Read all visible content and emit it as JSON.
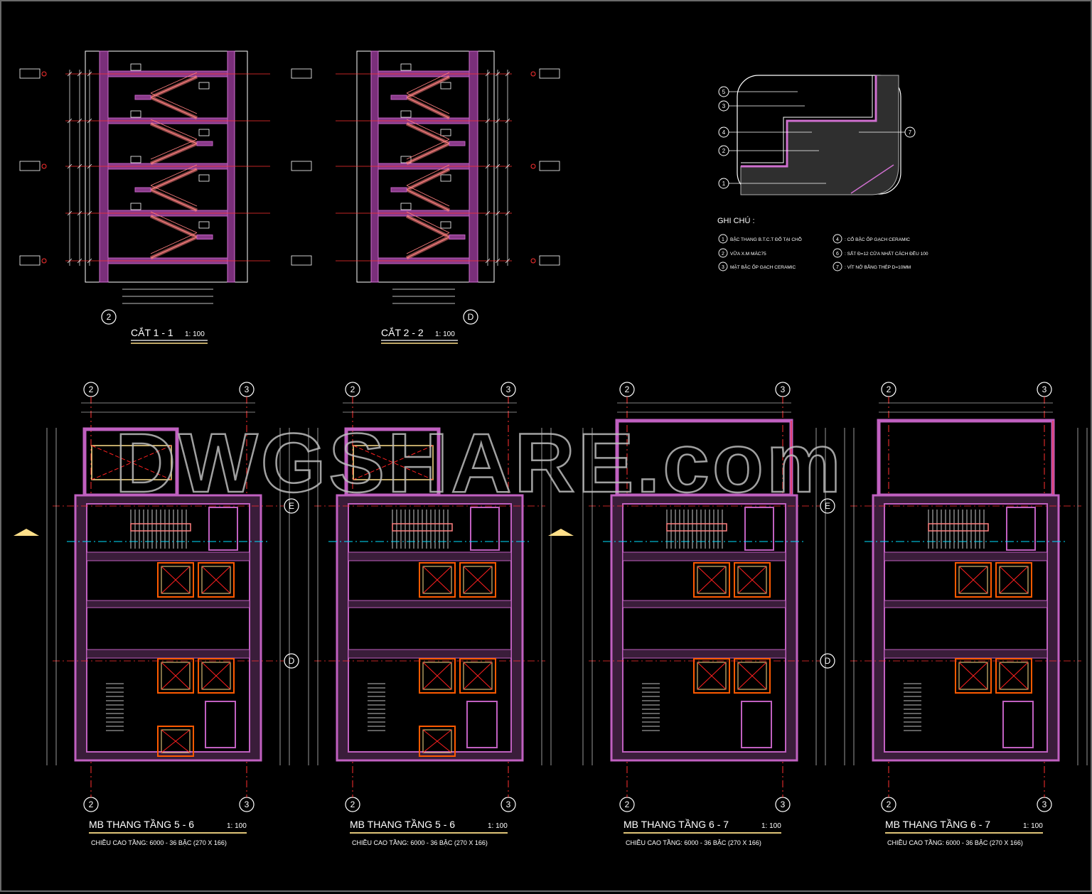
{
  "watermark": "DWGSHARE.com",
  "sections": [
    {
      "title": "CẮT 1 - 1",
      "scale": "1: 100",
      "grid_label": "2"
    },
    {
      "title": "CẮT 2 - 2",
      "scale": "1: 100",
      "grid_label": "D"
    }
  ],
  "detail": {
    "callouts": [
      "5",
      "3",
      "4",
      "2",
      "1",
      "7"
    ]
  },
  "notes": {
    "heading": "GHI CHÚ :",
    "items": [
      {
        "num": "1",
        "text": "BẬC THANG B.T.C.T ĐỔ TẠI CHỖ"
      },
      {
        "num": "2",
        "text": "VỮA X.M MÁC75"
      },
      {
        "num": "3",
        "text": "MẶT BẬC ỐP GẠCH CERAMIC"
      },
      {
        "num": "4",
        "text": ": CỔ BẬC ỐP GẠCH CERAMIC"
      },
      {
        "num": "6",
        "text": ": SẮT Đ=12 CỬA NHẤT CÁCH ĐỀU 100"
      },
      {
        "num": "7",
        "text": ": VÍT NỞ BẰNG THÉP D=10MM"
      }
    ]
  },
  "plans": [
    {
      "title": "MB THANG TẦNG 5 - 6",
      "scale": "1: 100",
      "subtitle": "CHIỀU CAO TẦNG: 6000 - 36 BẬC (270 X 166)",
      "grid_left": "2",
      "grid_right": "3"
    },
    {
      "title": "MB THANG TẦNG 5 - 6",
      "scale": "1: 100",
      "subtitle": "CHIỀU CAO TẦNG: 6000 - 36 BẬC (270 X 166)",
      "grid_left": "2",
      "grid_right": "3"
    },
    {
      "title": "MB THANG TẦNG 6 - 7",
      "scale": "1: 100",
      "subtitle": "CHIỀU CAO TẦNG: 6000 - 36 BẬC (270 X 166)",
      "grid_left": "2",
      "grid_right": "3"
    },
    {
      "title": "MB THANG TẦNG 6 - 7",
      "scale": "1: 100",
      "subtitle": "CHIỀU CAO TẦNG: 6000 - 36 BẬC (270 X 166)",
      "grid_left": "2",
      "grid_right": "3"
    }
  ],
  "row_grid": {
    "upper": "E",
    "lower": "D"
  },
  "colors": {
    "wall": "#c060c0",
    "stair": "#ff8080",
    "dimension": "#ffffff",
    "gridline": "#ff3030",
    "elevator": "#ff5a00",
    "accent_yellow": "#ffe08a",
    "cyan": "#00e0ff"
  }
}
